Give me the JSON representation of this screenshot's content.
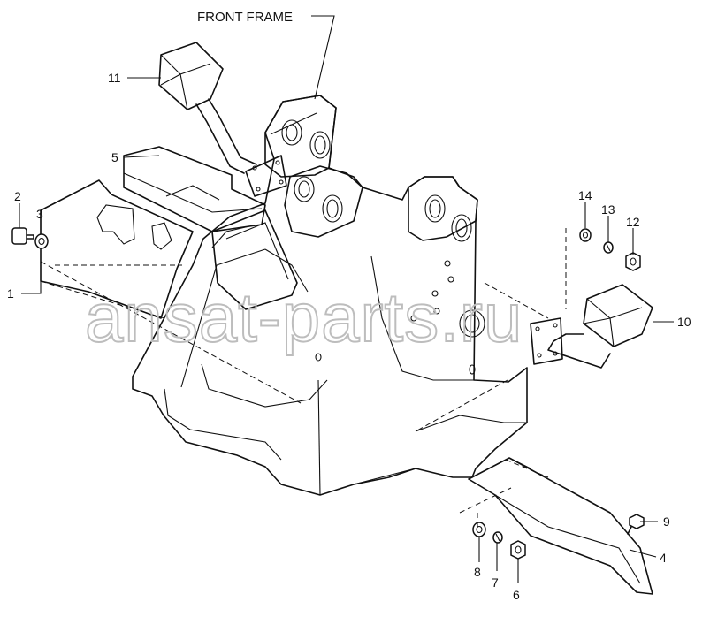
{
  "diagram": {
    "title": "FRONT FRAME",
    "watermark": "ansat-parts.ru",
    "callouts": [
      {
        "id": "label-1",
        "text": "1"
      },
      {
        "id": "label-2",
        "text": "2"
      },
      {
        "id": "label-3",
        "text": "3"
      },
      {
        "id": "label-4",
        "text": "4"
      },
      {
        "id": "label-5",
        "text": "5"
      },
      {
        "id": "label-6",
        "text": "6"
      },
      {
        "id": "label-7",
        "text": "7"
      },
      {
        "id": "label-8",
        "text": "8"
      },
      {
        "id": "label-9",
        "text": "9"
      },
      {
        "id": "label-10",
        "text": "10"
      },
      {
        "id": "label-11",
        "text": "11"
      },
      {
        "id": "label-12",
        "text": "12"
      },
      {
        "id": "label-13",
        "text": "13"
      },
      {
        "id": "label-14",
        "text": "14"
      }
    ]
  }
}
